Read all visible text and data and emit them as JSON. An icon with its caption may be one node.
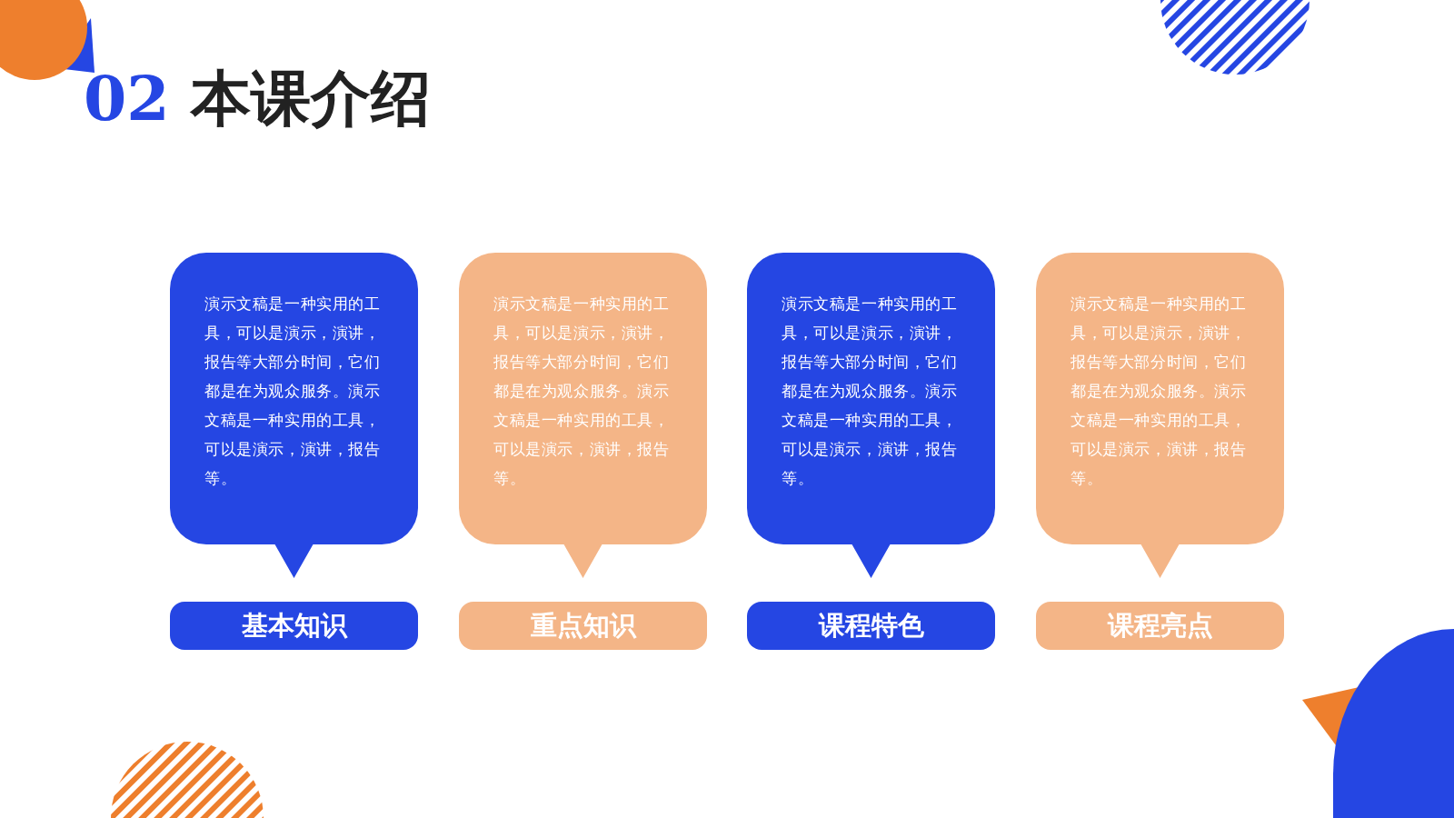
{
  "diagram": {
    "title": "本课介绍",
    "nodes": [
      {
        "text": [
          "演示文稿是一种实用的工具，可以是演示，演讲，报告等大部分时间，它们都是在为观众服务。演示文稿是一种实用的工具，可以是演示，演讲，报告等。"
        ]
      },
      {
        "text": [
          "演示文稿是一种实用的工具，可以是演示，演讲，报告等大部分时间，它们都是在为观众服务。演示文稿是一种实用的工具，可以是演示，演讲，报告等。"
        ]
      },
      {
        "text": [
          "演示文稿是一种实用的工具，可以是演示，演讲，报告等大部分时间，它们都是在为观众服务。演示文稿是一种实用的工具，可以是演示，演讲，报告等。"
        ]
      },
      {
        "text": [
          "演示文稿是一种实用的工具，可以是演示，演讲，报告等大部分时间，它们都是在为观众服务。演示文稿是一种实用的工具，可以是演示，演讲，报告等。"
        ]
      },
      {
        "text": [
          "基本知识"
        ]
      },
      {
        "text": [
          "重点知识"
        ]
      },
      {
        "text": [
          "课程特色"
        ]
      },
      {
        "text": [
          "课程亮点"
        ]
      }
    ],
    "labels": [
      "02"
    ]
  }
}
